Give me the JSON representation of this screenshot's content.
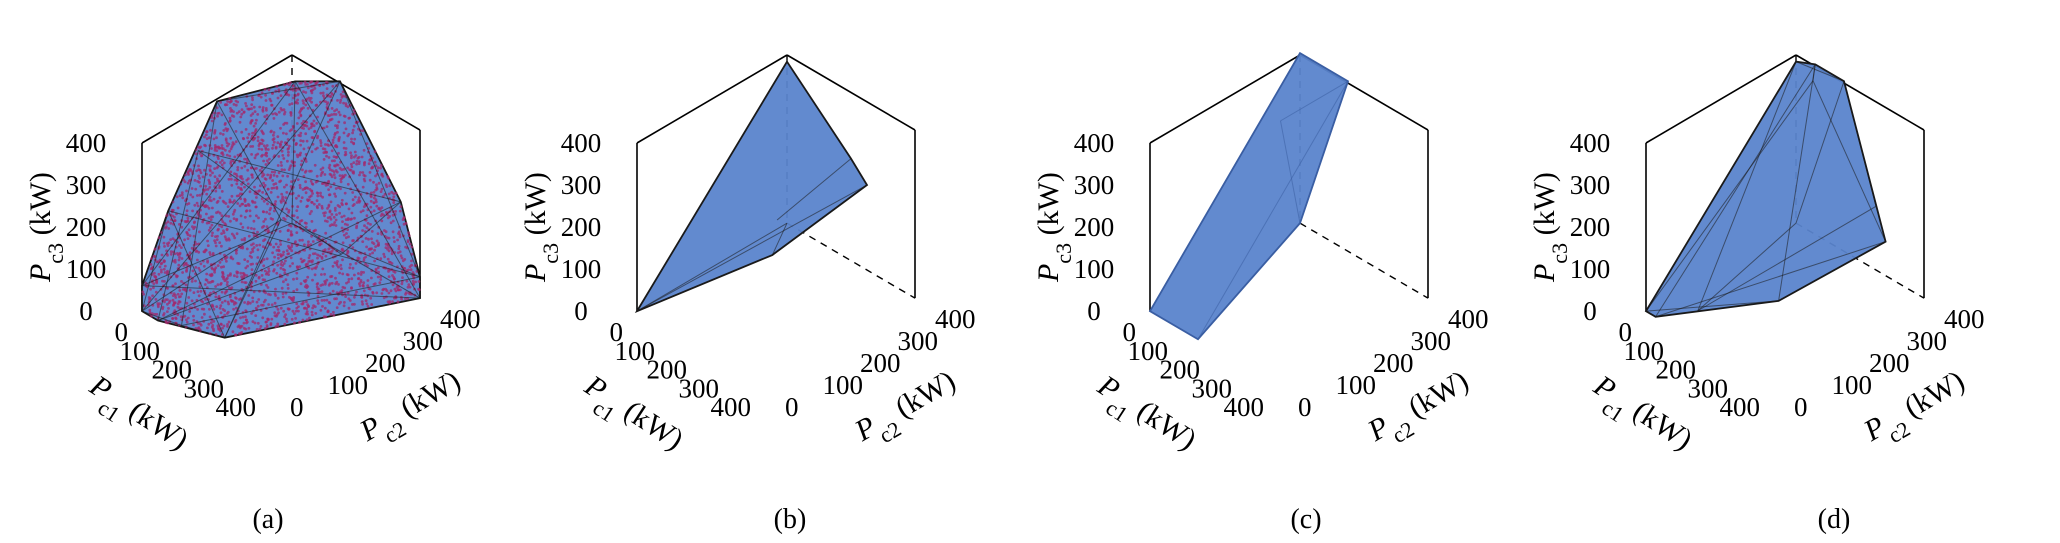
{
  "chart_data": [
    {
      "type": "3d-polytope",
      "panel_label": "(a)",
      "x_axis": {
        "symbol": "P",
        "sub": "c1",
        "unit": " (kW)",
        "range": [
          0,
          400
        ],
        "ticks": [
          "0",
          "100",
          "200",
          "300",
          "400"
        ]
      },
      "y_axis": {
        "symbol": "P",
        "sub": "c2",
        "unit": " (kW)",
        "range": [
          0,
          400
        ],
        "ticks": [
          "0",
          "100",
          "200",
          "300",
          "400"
        ]
      },
      "z_axis": {
        "symbol": "P",
        "sub": "c3",
        "unit": " (kW)",
        "range": [
          0,
          400
        ],
        "ticks": [
          "0",
          "100",
          "200",
          "300",
          "400"
        ]
      },
      "grid": false,
      "vertices": [
        [
          0,
          0,
          0
        ],
        [
          400,
          0,
          0
        ],
        [
          400,
          50,
          0
        ],
        [
          380,
          100,
          0
        ],
        [
          0,
          400,
          0
        ],
        [
          0,
          400,
          50
        ],
        [
          0,
          340,
          200
        ],
        [
          0,
          150,
          400
        ],
        [
          60,
          80,
          400
        ],
        [
          200,
          0,
          390
        ],
        [
          250,
          0,
          300
        ],
        [
          330,
          0,
          200
        ],
        [
          400,
          0,
          60
        ],
        [
          350,
          200,
          0
        ],
        [
          150,
          330,
          150
        ],
        [
          200,
          200,
          200
        ]
      ],
      "scatter_points": 2500,
      "colors": {
        "face": "#5a84cc",
        "edge": "#1a1a1a",
        "points": "#a3286c"
      }
    },
    {
      "type": "3d-polytope",
      "panel_label": "(b)",
      "x_axis": {
        "symbol": "P",
        "sub": "c1",
        "unit": " (kW)",
        "range": [
          0,
          400
        ],
        "ticks": [
          "0",
          "100",
          "200",
          "300",
          "400"
        ]
      },
      "y_axis": {
        "symbol": "P",
        "sub": "c2",
        "unit": " (kW)",
        "range": [
          0,
          400
        ],
        "ticks": [
          "0",
          "100",
          "200",
          "300",
          "400"
        ]
      },
      "z_axis": {
        "symbol": "P",
        "sub": "c3",
        "unit": " (kW)",
        "range": [
          0,
          400
        ],
        "ticks": [
          "0",
          "100",
          "200",
          "300",
          "400"
        ]
      },
      "grid": false,
      "vertices": [
        [
          0,
          0,
          0
        ],
        [
          400,
          0,
          0
        ],
        [
          0,
          0,
          380
        ],
        [
          0,
          200,
          240
        ],
        [
          0,
          250,
          200
        ],
        [
          150,
          130,
          60
        ],
        [
          180,
          180,
          180
        ]
      ],
      "colors": {
        "face": "#5a84cc",
        "edge": "#1a1a1a"
      }
    },
    {
      "type": "3d-polytope",
      "panel_label": "(c)",
      "x_axis": {
        "symbol": "P",
        "sub": "c1",
        "unit": " (kW)",
        "range": [
          0,
          400
        ],
        "ticks": [
          "0",
          "100",
          "200",
          "300",
          "400"
        ]
      },
      "y_axis": {
        "symbol": "P",
        "sub": "c2",
        "unit": " (kW)",
        "range": [
          0,
          400
        ],
        "ticks": [
          "0",
          "100",
          "200",
          "300",
          "400"
        ]
      },
      "z_axis": {
        "symbol": "P",
        "sub": "c3",
        "unit": " (kW)",
        "range": [
          0,
          400
        ],
        "ticks": [
          "0",
          "100",
          "200",
          "300",
          "400"
        ]
      },
      "grid": false,
      "vertices": [
        [
          0,
          0,
          0
        ],
        [
          400,
          0,
          0
        ],
        [
          400,
          150,
          0
        ],
        [
          400,
          150,
          100
        ],
        [
          0,
          150,
          400
        ],
        [
          0,
          0,
          400
        ],
        [
          180,
          150,
          400
        ]
      ],
      "colors": {
        "face": "#5a84cc",
        "edge": "#3a5ea3"
      }
    },
    {
      "type": "3d-polytope",
      "panel_label": "(d)",
      "x_axis": {
        "symbol": "P",
        "sub": "c1",
        "unit": " (kW)",
        "range": [
          0,
          400
        ],
        "ticks": [
          "0",
          "100",
          "200",
          "300",
          "400"
        ]
      },
      "y_axis": {
        "symbol": "P",
        "sub": "c2",
        "unit": " (kW)",
        "range": [
          0,
          400
        ],
        "ticks": [
          "0",
          "100",
          "200",
          "300",
          "400"
        ]
      },
      "z_axis": {
        "symbol": "P",
        "sub": "c3",
        "unit": " (kW)",
        "range": [
          0,
          400
        ],
        "ticks": [
          "0",
          "100",
          "200",
          "300",
          "400"
        ]
      },
      "grid": false,
      "vertices": [
        [
          0,
          0,
          0
        ],
        [
          400,
          0,
          0
        ],
        [
          400,
          30,
          0
        ],
        [
          330,
          80,
          0
        ],
        [
          0,
          0,
          380
        ],
        [
          0,
          60,
          400
        ],
        [
          40,
          100,
          400
        ],
        [
          0,
          150,
          400
        ],
        [
          0,
          250,
          150
        ],
        [
          0,
          280,
          80
        ],
        [
          200,
          180,
          0
        ]
      ],
      "colors": {
        "face": "#5a84cc",
        "edge": "#1a1a1a"
      }
    }
  ]
}
